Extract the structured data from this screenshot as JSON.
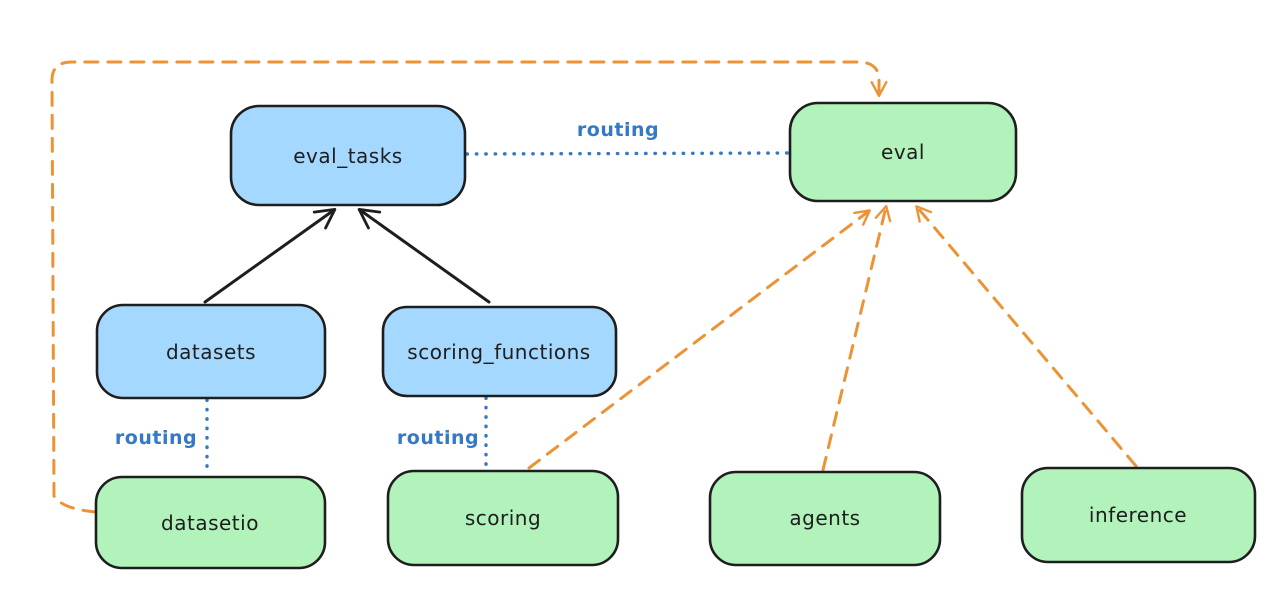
{
  "diagram": {
    "nodes": {
      "eval_tasks": {
        "label": "eval_tasks",
        "kind": "registry-blue"
      },
      "eval": {
        "label": "eval",
        "kind": "api-green"
      },
      "datasets": {
        "label": "datasets",
        "kind": "registry-blue"
      },
      "scoring_functions": {
        "label": "scoring_functions",
        "kind": "registry-blue"
      },
      "datasetio": {
        "label": "datasetio",
        "kind": "api-green"
      },
      "scoring": {
        "label": "scoring",
        "kind": "api-green"
      },
      "agents": {
        "label": "agents",
        "kind": "api-green"
      },
      "inference": {
        "label": "inference",
        "kind": "api-green"
      }
    },
    "edge_labels": {
      "routing_eval_tasks_to_eval": "routing",
      "routing_datasets_to_datasetio": "routing",
      "routing_scoring_functions_to_scoring": "routing"
    },
    "edges": {
      "solid_black": [
        "datasets -> eval_tasks",
        "scoring_functions -> eval_tasks"
      ],
      "dotted_blue_routing": [
        "eval_tasks .. eval",
        "datasets .. datasetio",
        "scoring_functions .. scoring"
      ],
      "dashed_orange": [
        "datasetio -> eval (loop around left and top)",
        "scoring -> eval",
        "agents -> eval",
        "inference -> eval"
      ]
    }
  },
  "colors": {
    "canvas-bg": "#ffffff",
    "node-blue": "#a5d8ff",
    "node-green": "#b2f2bb",
    "stroke-dark": "#1e1e1e",
    "routing-blue": "#3478c6",
    "arrow-orange": "#ec9336"
  }
}
